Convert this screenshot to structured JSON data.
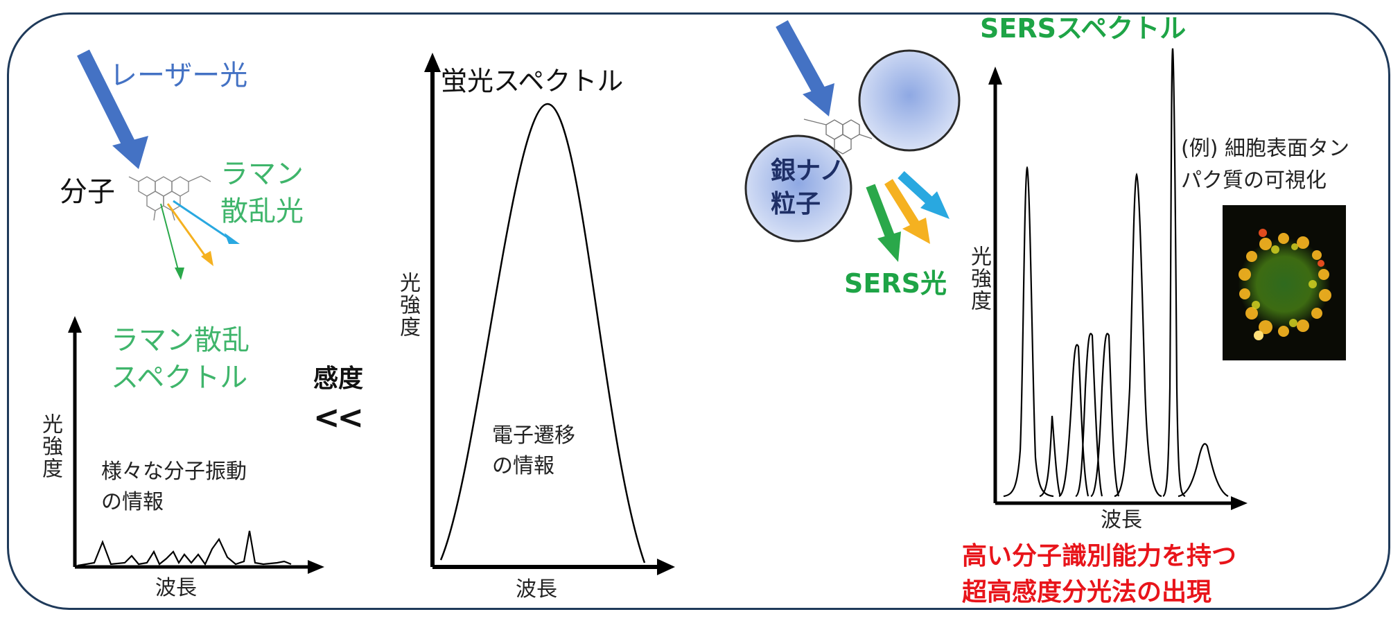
{
  "colors": {
    "laser_blue": "#4472c4",
    "raman_green": "#3fb56b",
    "sers_green": "#1ea446",
    "arrow_green": "#2aa84a",
    "arrow_orange": "#f5b120",
    "arrow_cyan": "#29a8e0",
    "highlight_red": "#e8141a",
    "sphere_blue": "#b6c6ea",
    "frame": "#1f3a5a"
  },
  "left": {
    "laser_label": "レーザー光",
    "molecule_label": "分子",
    "raman_light_label": [
      "ラマン",
      "散乱光"
    ],
    "raman_spectrum_title": [
      "ラマン散乱",
      "スペクトル"
    ],
    "y_label": "光強度",
    "x_label": "波長",
    "inner_note": [
      "様々な分子振動",
      "の情報"
    ]
  },
  "middle": {
    "sensitivity_label": "感度",
    "sensitivity_symbol": "<<",
    "title": "蛍光スペクトル",
    "y_label": "光強度",
    "x_label": "波長",
    "inner_note": [
      "電子遷移",
      "の情報"
    ]
  },
  "right": {
    "sers_spectrum_title": "SERSスペクトル",
    "nanoparticle_label": [
      "銀ナノ",
      "粒子"
    ],
    "sers_light_label": "SERS光",
    "example_note": [
      "(例) 細胞表面タン",
      "パク質の可視化"
    ],
    "y_label": "光強度",
    "x_label": "波長",
    "conclusion": [
      "高い分子識別能力を持つ",
      "超高感度分光法の出現"
    ]
  }
}
